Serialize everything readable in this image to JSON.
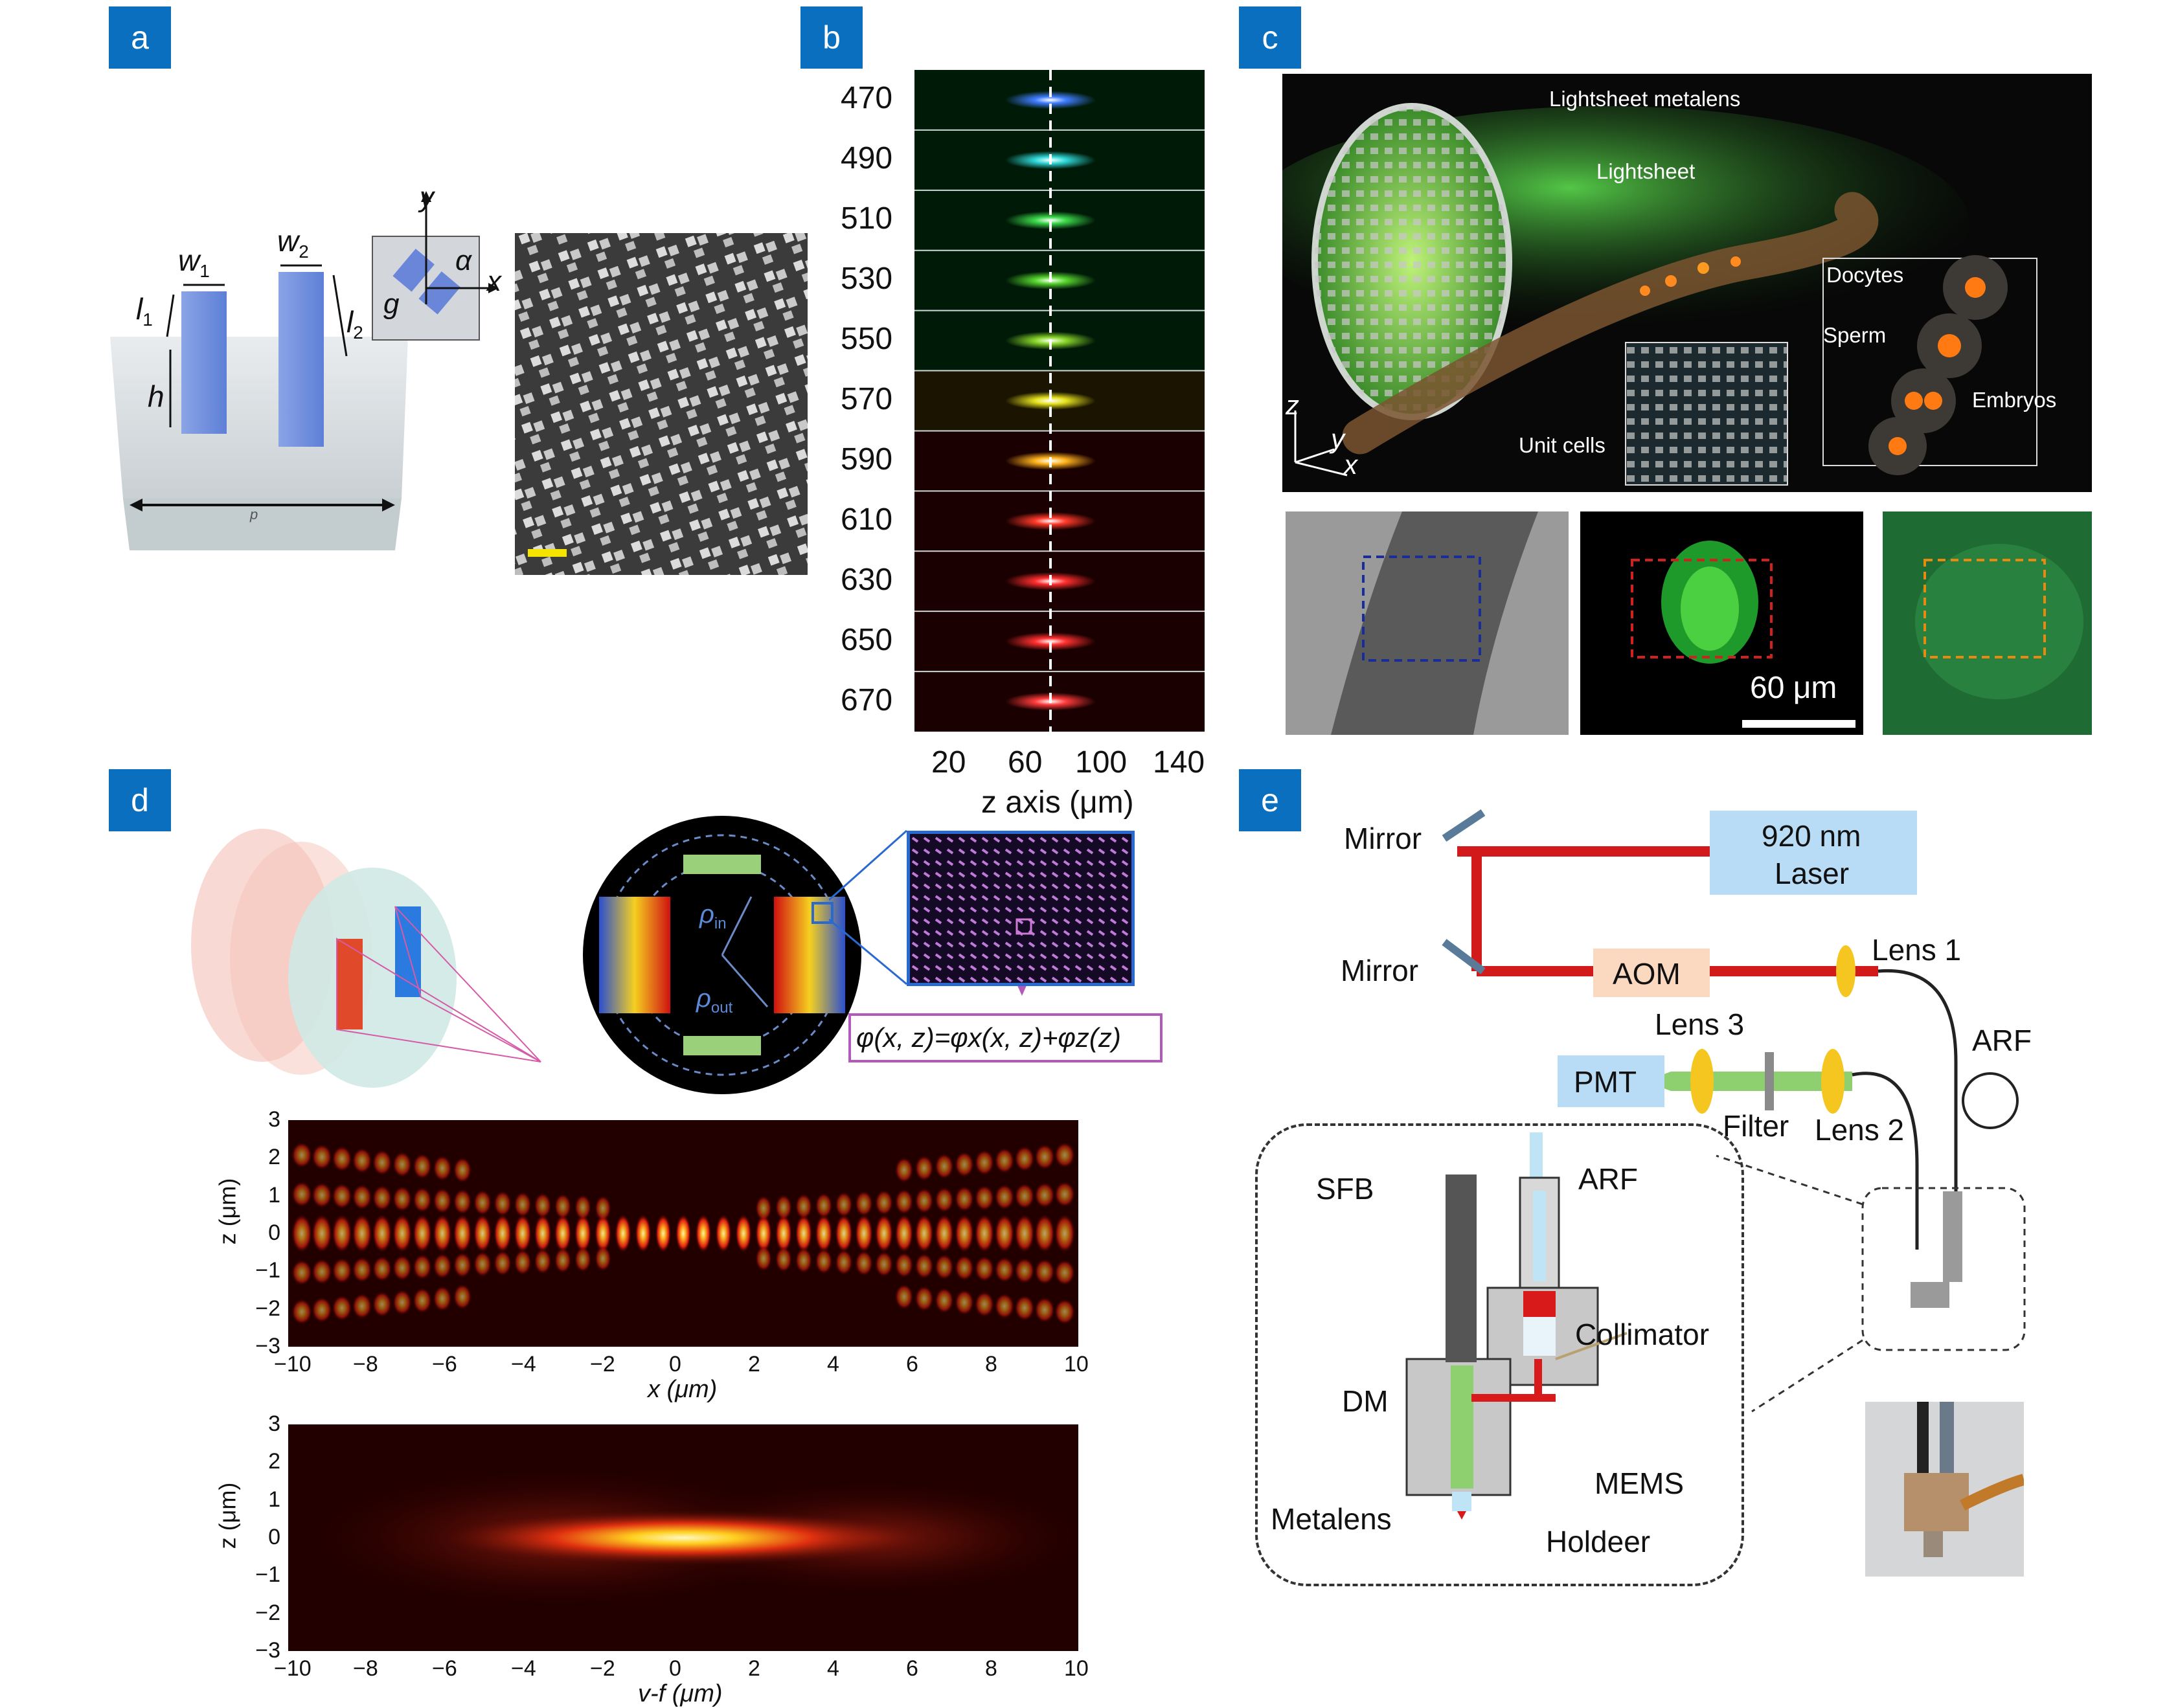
{
  "panels": {
    "a": "a",
    "b": "b",
    "c": "c",
    "d": "d",
    "e": "e"
  },
  "panel_a": {
    "w1": "w",
    "w1_sub": "1",
    "w2": "w",
    "w2_sub": "2",
    "l1": "l",
    "l1_sub": "1",
    "l2": "l",
    "l2_sub": "2",
    "h": "h",
    "p": "p",
    "inset_y": "y",
    "inset_x": "x",
    "inset_alpha": "α",
    "inset_g": "g"
  },
  "panel_b": {
    "wavelengths": [
      "470",
      "490",
      "510",
      "530",
      "550",
      "570",
      "590",
      "610",
      "630",
      "650",
      "670"
    ],
    "x_ticks": [
      "20",
      "60",
      "100",
      "140"
    ],
    "x_label": "z axis (μm)",
    "spot_colors": [
      "#3f7dff",
      "#30d8d8",
      "#3cd84a",
      "#58d62f",
      "#8ad62a",
      "#e6e21e",
      "#ffb31e",
      "#ff3a2a",
      "#ff2e2e",
      "#ff3030",
      "#ff3b3b"
    ]
  },
  "panel_c": {
    "labels": {
      "metalens": "Lightsheet metalens",
      "lightsheet": "Lightsheet",
      "docytes": "Docytes",
      "sperm": "Sperm",
      "embryos": "Embryos",
      "unit_cells": "Unit cells",
      "axis_z": "z",
      "axis_y": "y",
      "axis_x": "x"
    },
    "scale": "60 μm"
  },
  "panel_d": {
    "rho_in": "ρ",
    "rho_in_sub": "in",
    "rho_out": "ρ",
    "rho_out_sub": "out",
    "phase_eq": "φ(x, z)=φx(x, z)+φz(z)",
    "plot1": {
      "y_ticks": [
        "3",
        "2",
        "1",
        "0",
        "−1",
        "−2",
        "−3"
      ],
      "x_ticks": [
        "−10",
        "−8",
        "−6",
        "−4",
        "−2",
        "0",
        "2",
        "4",
        "6",
        "8",
        "10"
      ],
      "ylabel": "z (μm)",
      "xlabel": "x (μm)"
    },
    "plot2": {
      "y_ticks": [
        "3",
        "2",
        "1",
        "0",
        "−1",
        "−2",
        "−3"
      ],
      "x_ticks": [
        "−10",
        "−8",
        "−6",
        "−4",
        "−2",
        "0",
        "2",
        "4",
        "6",
        "8",
        "10"
      ],
      "ylabel": "z (μm)",
      "xlabel": "v-f (μm)"
    }
  },
  "panel_e": {
    "mirror1": "Mirror",
    "mirror2": "Mirror",
    "laser_line1": "920 nm",
    "laser_line2": "Laser",
    "aom": "AOM",
    "lens1": "Lens 1",
    "lens2": "Lens 2",
    "lens3": "Lens 3",
    "pmt": "PMT",
    "filter": "Filter",
    "arf": "ARF",
    "sfb": "SFB",
    "arf2": "ARF",
    "collimator": "Collimator",
    "dm": "DM",
    "mems": "MEMS",
    "metalens": "Metalens",
    "holder": "Holdeer"
  }
}
